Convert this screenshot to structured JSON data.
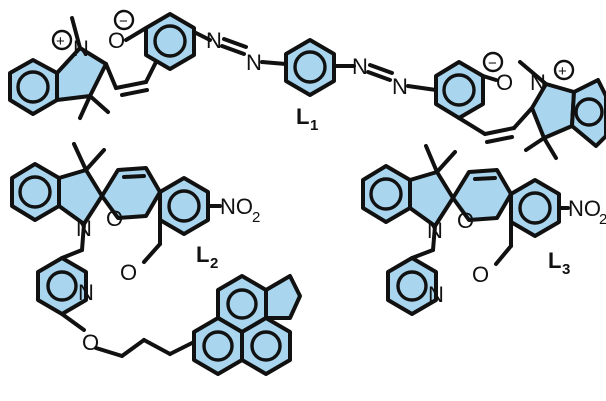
{
  "atoms": {
    "n": "N",
    "o": "O",
    "no2_main": "NO",
    "no2_sub": "2",
    "plus": "+",
    "minus": "−"
  },
  "labels": [
    {
      "main": "L",
      "sub": "1"
    },
    {
      "main": "L",
      "sub": "2"
    },
    {
      "main": "L",
      "sub": "3"
    }
  ],
  "colors": {
    "ring_fill": "#a9d6ee",
    "ink": "#111111"
  }
}
